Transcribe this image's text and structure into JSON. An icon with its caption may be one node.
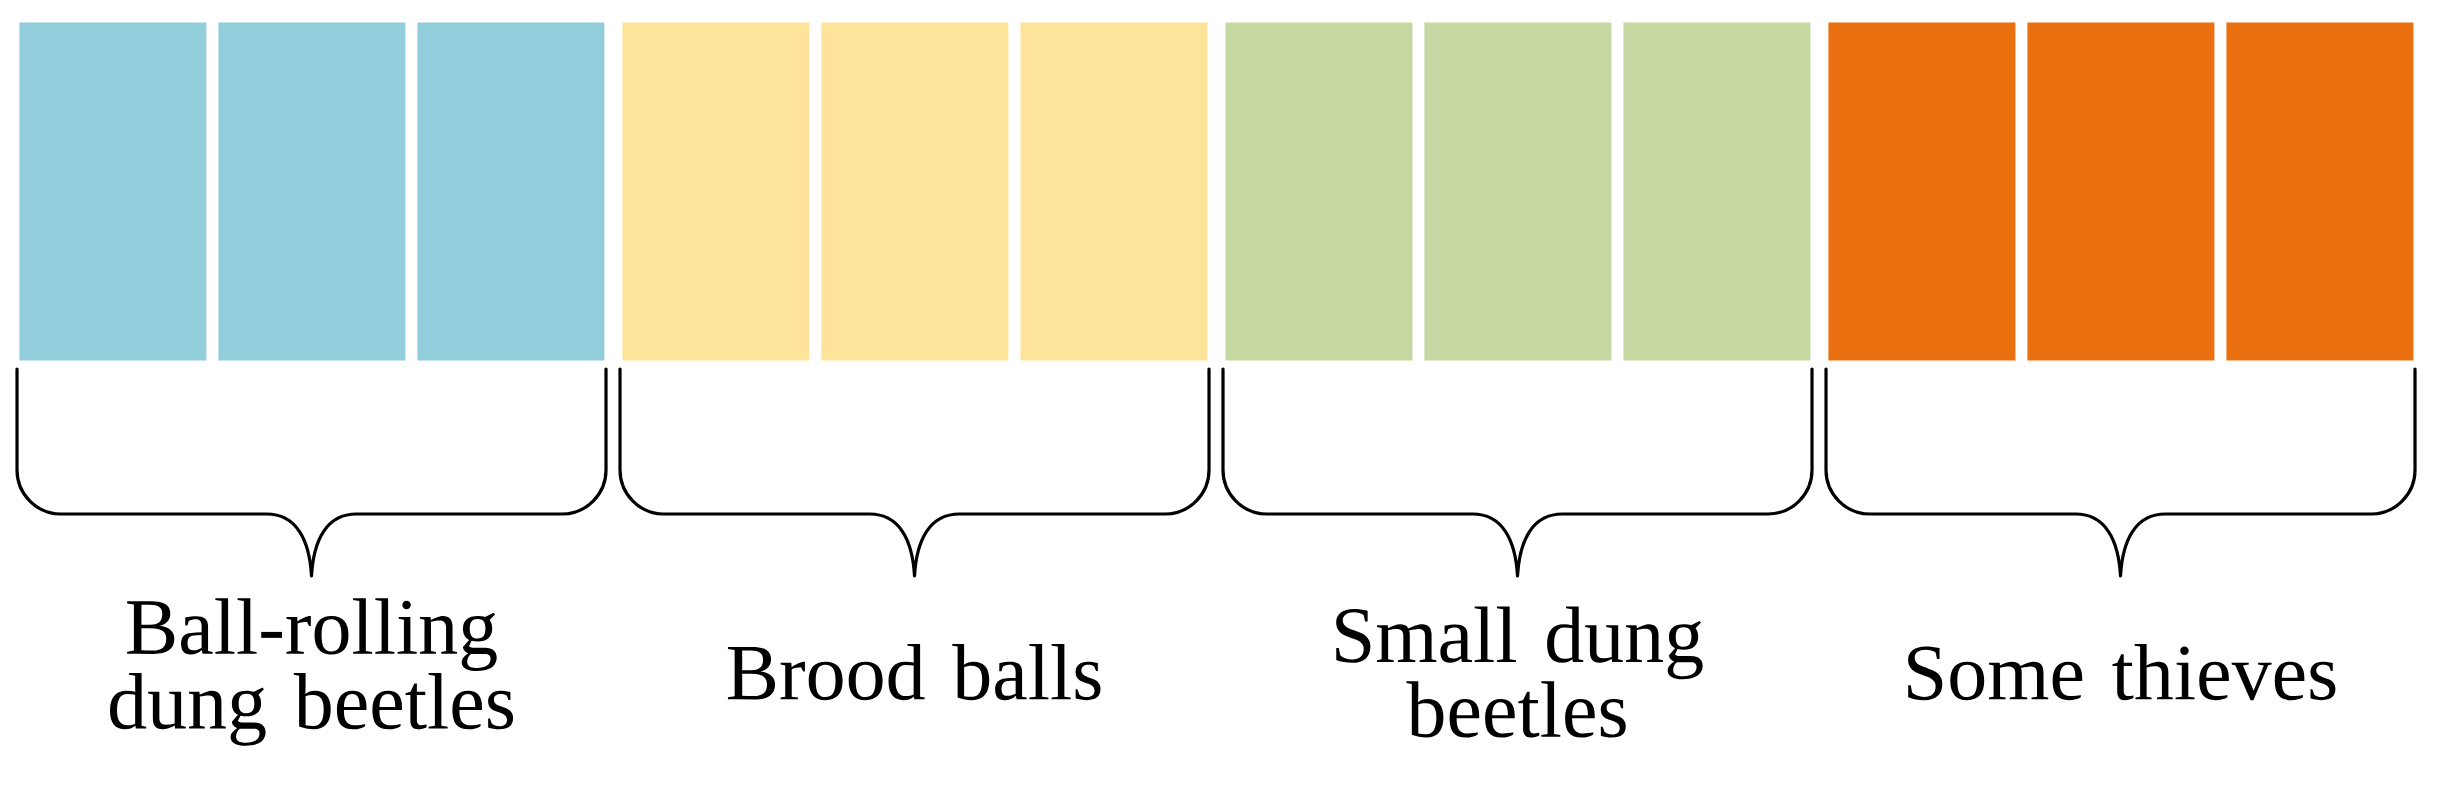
{
  "diagram": {
    "nodes": [
      {
        "text": [],
        "shape": "box"
      },
      {
        "text": [],
        "shape": "box"
      },
      {
        "text": [],
        "shape": "box"
      },
      {
        "text": [],
        "shape": "box"
      },
      {
        "text": [],
        "shape": "box"
      },
      {
        "text": [],
        "shape": "box"
      },
      {
        "text": [],
        "shape": "box"
      },
      {
        "text": [],
        "shape": "box"
      },
      {
        "text": [],
        "shape": "box"
      },
      {
        "text": [],
        "shape": "box"
      },
      {
        "text": [],
        "shape": "box"
      },
      {
        "text": [],
        "shape": "box"
      }
    ],
    "labels": [
      "Ball-rolling dung beetles",
      "Brood balls",
      "Small dung beetles",
      "Some thieves"
    ]
  }
}
